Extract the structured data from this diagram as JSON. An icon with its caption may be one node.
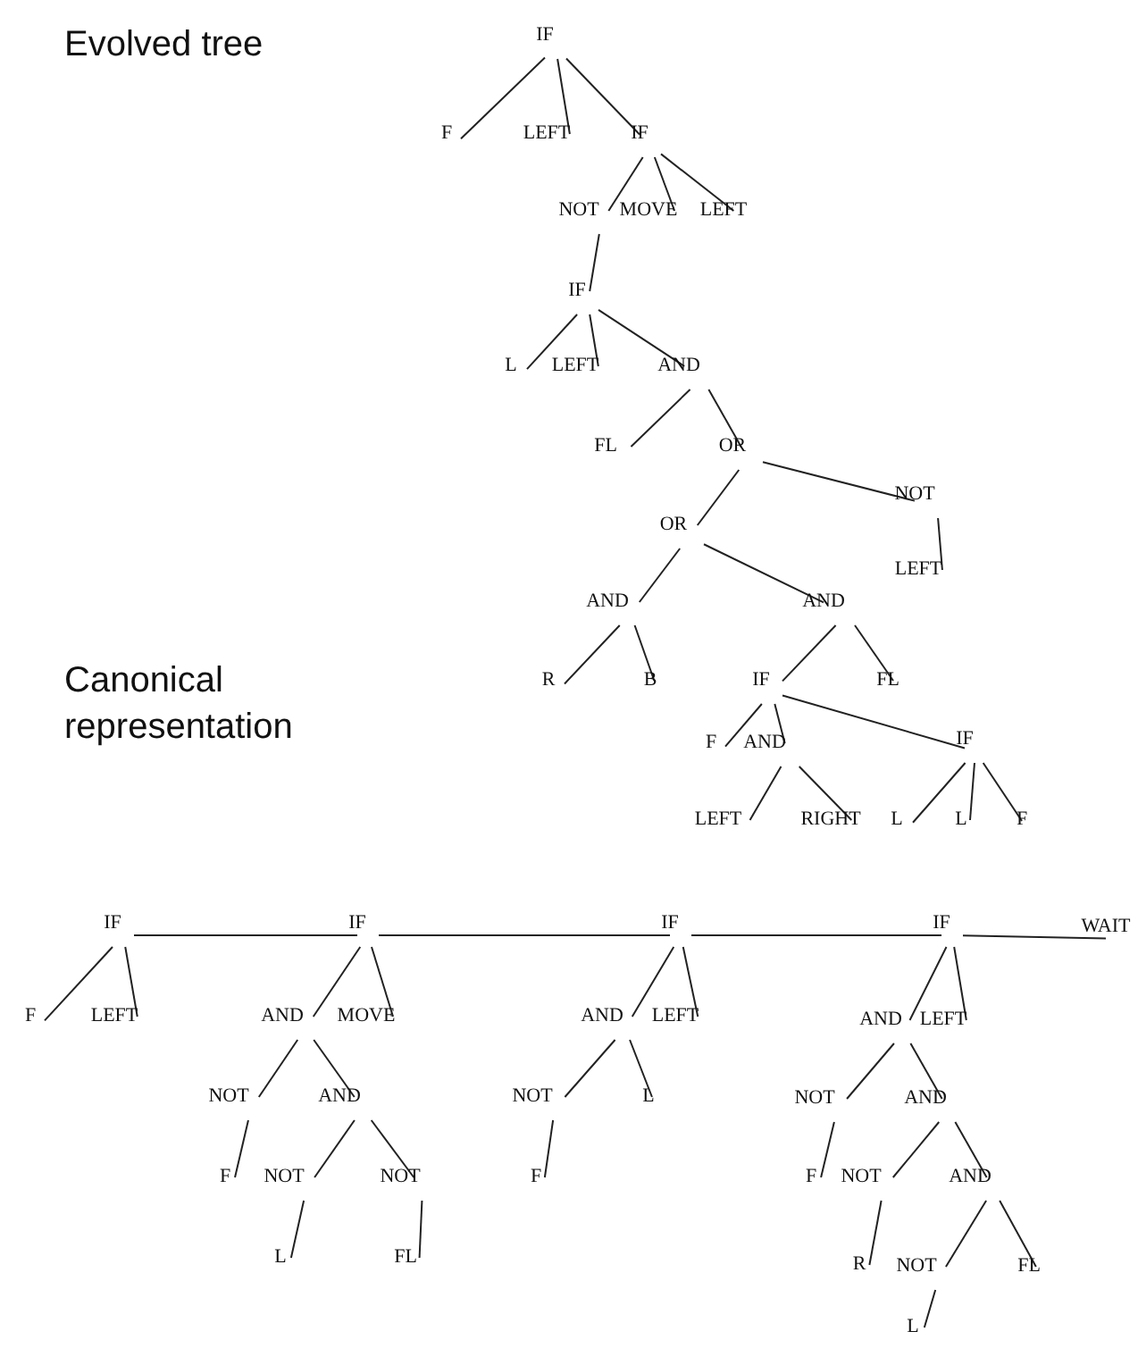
{
  "diagram": {
    "nodes": [
      {
        "text": [
          "IF"
        ]
      },
      {
        "text": [
          "F"
        ]
      },
      {
        "text": [
          "LEFT"
        ]
      },
      {
        "text": [
          "IF"
        ]
      },
      {
        "text": [
          "NOT"
        ]
      },
      {
        "text": [
          "MOVE"
        ]
      },
      {
        "text": [
          "LEFT"
        ]
      },
      {
        "text": [
          "IF"
        ]
      },
      {
        "text": [
          "L"
        ]
      },
      {
        "text": [
          "LEFT"
        ]
      },
      {
        "text": [
          "AND"
        ]
      },
      {
        "text": [
          "FL"
        ]
      },
      {
        "text": [
          "OR"
        ]
      },
      {
        "text": [
          "NOT"
        ]
      },
      {
        "text": [
          "LEFT"
        ]
      },
      {
        "text": [
          "OR"
        ]
      },
      {
        "text": [
          "AND"
        ]
      },
      {
        "text": [
          "AND"
        ]
      },
      {
        "text": [
          "R"
        ]
      },
      {
        "text": [
          "B"
        ]
      },
      {
        "text": [
          "IF"
        ]
      },
      {
        "text": [
          "FL"
        ]
      },
      {
        "text": [
          "F"
        ]
      },
      {
        "text": [
          "AND"
        ]
      },
      {
        "text": [
          "IF"
        ]
      },
      {
        "text": [
          "LEFT"
        ]
      },
      {
        "text": [
          "RIGHT"
        ]
      },
      {
        "text": [
          "L"
        ]
      },
      {
        "text": [
          "L"
        ]
      },
      {
        "text": [
          "F"
        ]
      },
      {
        "text": [
          "IF"
        ]
      },
      {
        "text": [
          "F"
        ]
      },
      {
        "text": [
          "LEFT"
        ]
      },
      {
        "text": [
          "IF"
        ]
      },
      {
        "text": [
          "AND"
        ]
      },
      {
        "text": [
          "MOVE"
        ]
      },
      {
        "text": [
          "NOT"
        ]
      },
      {
        "text": [
          "F"
        ]
      },
      {
        "text": [
          "AND"
        ]
      },
      {
        "text": [
          "NOT"
        ]
      },
      {
        "text": [
          "L"
        ]
      },
      {
        "text": [
          "NOT"
        ]
      },
      {
        "text": [
          "FL"
        ]
      },
      {
        "text": [
          "IF"
        ]
      },
      {
        "text": [
          "AND"
        ]
      },
      {
        "text": [
          "LEFT"
        ]
      },
      {
        "text": [
          "NOT"
        ]
      },
      {
        "text": [
          "F"
        ]
      },
      {
        "text": [
          "L"
        ]
      },
      {
        "text": [
          "IF"
        ]
      },
      {
        "text": [
          "AND"
        ]
      },
      {
        "text": [
          "LEFT"
        ]
      },
      {
        "text": [
          "NOT"
        ]
      },
      {
        "text": [
          "F"
        ]
      },
      {
        "text": [
          "AND"
        ]
      },
      {
        "text": [
          "NOT"
        ]
      },
      {
        "text": [
          "R"
        ]
      },
      {
        "text": [
          "AND"
        ]
      },
      {
        "text": [
          "NOT"
        ]
      },
      {
        "text": [
          "L"
        ]
      },
      {
        "text": [
          "FL"
        ]
      },
      {
        "text": [
          "WAIT"
        ]
      }
    ],
    "edges": [
      {
        "from": 0,
        "to": 1,
        "arrow": "none"
      },
      {
        "from": 0,
        "to": 2,
        "arrow": "none"
      },
      {
        "from": 0,
        "to": 3,
        "arrow": "none"
      },
      {
        "from": 3,
        "to": 4,
        "arrow": "none"
      },
      {
        "from": 3,
        "to": 5,
        "arrow": "none"
      },
      {
        "from": 3,
        "to": 6,
        "arrow": "none"
      },
      {
        "from": 4,
        "to": 7,
        "arrow": "none"
      },
      {
        "from": 7,
        "to": 8,
        "arrow": "none"
      },
      {
        "from": 7,
        "to": 9,
        "arrow": "none"
      },
      {
        "from": 7,
        "to": 10,
        "arrow": "none"
      },
      {
        "from": 10,
        "to": 11,
        "arrow": "none"
      },
      {
        "from": 10,
        "to": 12,
        "arrow": "none"
      },
      {
        "from": 12,
        "to": 15,
        "arrow": "none"
      },
      {
        "from": 12,
        "to": 13,
        "arrow": "none"
      },
      {
        "from": 13,
        "to": 14,
        "arrow": "none"
      },
      {
        "from": 15,
        "to": 16,
        "arrow": "none"
      },
      {
        "from": 15,
        "to": 17,
        "arrow": "none"
      },
      {
        "from": 16,
        "to": 18,
        "arrow": "none"
      },
      {
        "from": 16,
        "to": 19,
        "arrow": "none"
      },
      {
        "from": 17,
        "to": 20,
        "arrow": "none"
      },
      {
        "from": 17,
        "to": 21,
        "arrow": "none"
      },
      {
        "from": 20,
        "to": 22,
        "arrow": "none"
      },
      {
        "from": 20,
        "to": 23,
        "arrow": "none"
      },
      {
        "from": 20,
        "to": 24,
        "arrow": "none"
      },
      {
        "from": 23,
        "to": 25,
        "arrow": "none"
      },
      {
        "from": 23,
        "to": 26,
        "arrow": "none"
      },
      {
        "from": 24,
        "to": 27,
        "arrow": "none"
      },
      {
        "from": 24,
        "to": 28,
        "arrow": "none"
      },
      {
        "from": 24,
        "to": 29,
        "arrow": "none"
      },
      {
        "from": 30,
        "to": 31,
        "arrow": "none"
      },
      {
        "from": 30,
        "to": 32,
        "arrow": "none"
      },
      {
        "from": 30,
        "to": 33,
        "arrow": "none"
      },
      {
        "from": 33,
        "to": 34,
        "arrow": "none"
      },
      {
        "from": 33,
        "to": 35,
        "arrow": "none"
      },
      {
        "from": 33,
        "to": 43,
        "arrow": "none"
      },
      {
        "from": 34,
        "to": 36,
        "arrow": "none"
      },
      {
        "from": 34,
        "to": 38,
        "arrow": "none"
      },
      {
        "from": 36,
        "to": 37,
        "arrow": "none"
      },
      {
        "from": 38,
        "to": 39,
        "arrow": "none"
      },
      {
        "from": 38,
        "to": 41,
        "arrow": "none"
      },
      {
        "from": 39,
        "to": 40,
        "arrow": "none"
      },
      {
        "from": 41,
        "to": 42,
        "arrow": "none"
      },
      {
        "from": 43,
        "to": 44,
        "arrow": "none"
      },
      {
        "from": 43,
        "to": 45,
        "arrow": "none"
      },
      {
        "from": 43,
        "to": 49,
        "arrow": "none"
      },
      {
        "from": 44,
        "to": 46,
        "arrow": "none"
      },
      {
        "from": 44,
        "to": 48,
        "arrow": "none"
      },
      {
        "from": 46,
        "to": 47,
        "arrow": "none"
      },
      {
        "from": 49,
        "to": 50,
        "arrow": "none"
      },
      {
        "from": 49,
        "to": 51,
        "arrow": "none"
      },
      {
        "from": 49,
        "to": 61,
        "arrow": "none"
      },
      {
        "from": 50,
        "to": 52,
        "arrow": "none"
      },
      {
        "from": 50,
        "to": 54,
        "arrow": "none"
      },
      {
        "from": 52,
        "to": 53,
        "arrow": "none"
      },
      {
        "from": 54,
        "to": 55,
        "arrow": "none"
      },
      {
        "from": 54,
        "to": 57,
        "arrow": "none"
      },
      {
        "from": 55,
        "to": 56,
        "arrow": "none"
      },
      {
        "from": 57,
        "to": 58,
        "arrow": "none"
      },
      {
        "from": 57,
        "to": 60,
        "arrow": "none"
      },
      {
        "from": 58,
        "to": 59,
        "arrow": "none"
      }
    ],
    "labels": [
      "Evolved tree",
      "Canonical representation"
    ]
  }
}
